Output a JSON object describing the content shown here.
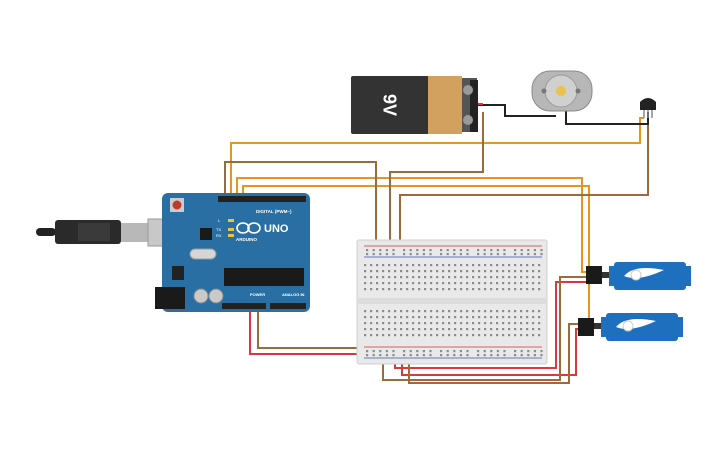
{
  "battery": {
    "label": "9V",
    "case_color": "#333333",
    "cap_color": "#d2a05f"
  },
  "arduino": {
    "board_color": "#2a6fa3",
    "logo": "UNO",
    "brand": "ARDUINO",
    "digital_header": "DIGITAL (PWM~)",
    "power_header": "POWER",
    "analog_header": "ANALOG IN",
    "led_labels": [
      "L",
      "TX",
      "RX"
    ]
  },
  "breadboard": {
    "rail_red": "#d03030",
    "rail_blue": "#3050c0"
  },
  "servos": {
    "body_color": "#1f6fbf"
  },
  "wire_colors": {
    "orange": "#e8951e",
    "brown": "#9c6a3c",
    "red": "#d83a3a",
    "black": "#222222"
  }
}
